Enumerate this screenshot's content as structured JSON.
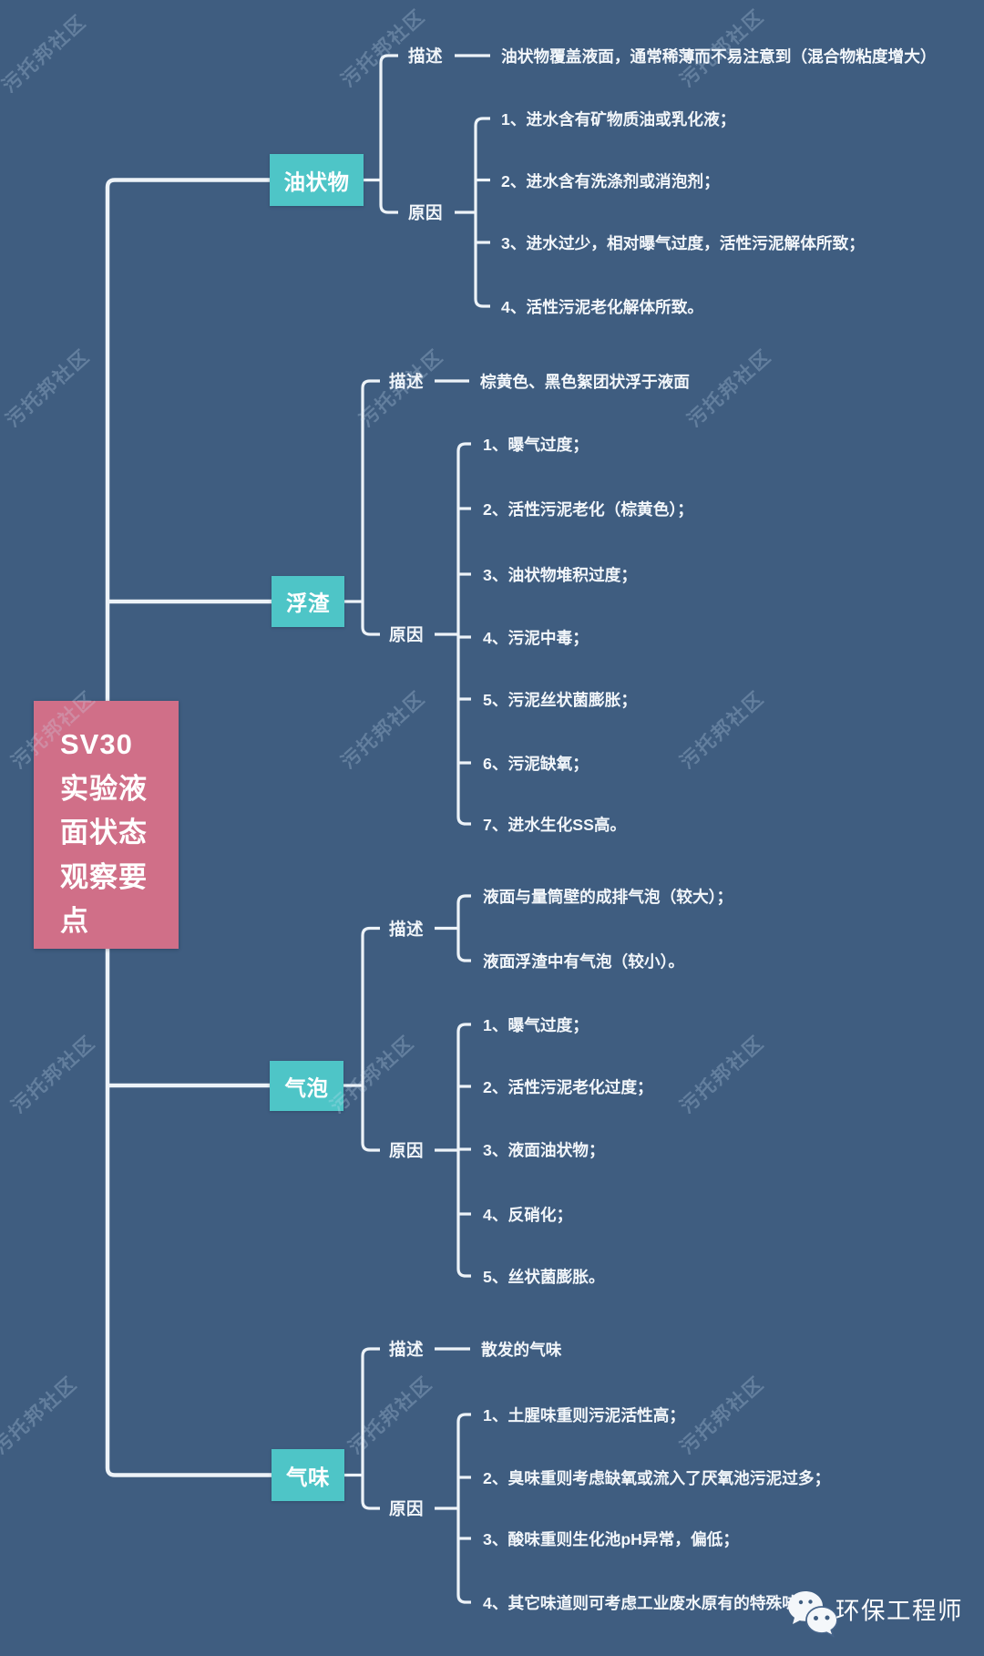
{
  "title": "SV30实验液面状态观察要点",
  "root": {
    "label": "SV30实验液面状态观察要点",
    "label_wrapped": "SV30\n实验液\n面状态\n观察要\n点",
    "color": "#d06f88"
  },
  "branches": [
    {
      "label": "油状物",
      "desc_label": "描述",
      "cause_label": "原因",
      "descriptions": [
        "油状物覆盖液面，通常稀薄而不易注意到（混合物粘度增大）"
      ],
      "causes": [
        "1、进水含有矿物质油或乳化液；",
        "2、进水含有洗涤剂或消泡剂；",
        "3、进水过少，相对曝气过度，活性污泥解体所致；",
        "4、活性污泥老化解体所致。"
      ]
    },
    {
      "label": "浮渣",
      "desc_label": "描述",
      "cause_label": "原因",
      "descriptions": [
        "棕黄色、黑色絮团状浮于液面"
      ],
      "causes": [
        "1、曝气过度；",
        "2、活性污泥老化（棕黄色）；",
        "3、油状物堆积过度；",
        "4、污泥中毒；",
        "5、污泥丝状菌膨胀；",
        "6、污泥缺氧；",
        "7、进水生化SS高。"
      ]
    },
    {
      "label": "气泡",
      "desc_label": "描述",
      "cause_label": "原因",
      "descriptions": [
        "液面与量筒壁的成排气泡（较大）；",
        "液面浮渣中有气泡（较小）。"
      ],
      "causes": [
        "1、曝气过度；",
        "2、活性污泥老化过度；",
        "3、液面油状物；",
        "4、反硝化；",
        "5、丝状菌膨胀。"
      ]
    },
    {
      "label": "气味",
      "desc_label": "描述",
      "cause_label": "原因",
      "descriptions": [
        "散发的气味"
      ],
      "causes": [
        "1、土腥味重则污泥活性高；",
        "2、臭味重则考虑缺氧或流入了厌氧池污泥过多；",
        "3、酸味重则生化池pH异常，偏低；",
        "4、其它味道则可考虑工业废水原有的特殊味道。"
      ]
    }
  ],
  "watermark": {
    "text": "污托邦社区"
  },
  "footer": {
    "wechat_icon": "wechat-logo",
    "wechat_label": "环保工程师"
  },
  "colors": {
    "background": "#3f5d80",
    "root_node": "#d06f88",
    "branch_node": "#4ec5c7",
    "line": "#edf3f8",
    "text": "#f2f6fa"
  }
}
